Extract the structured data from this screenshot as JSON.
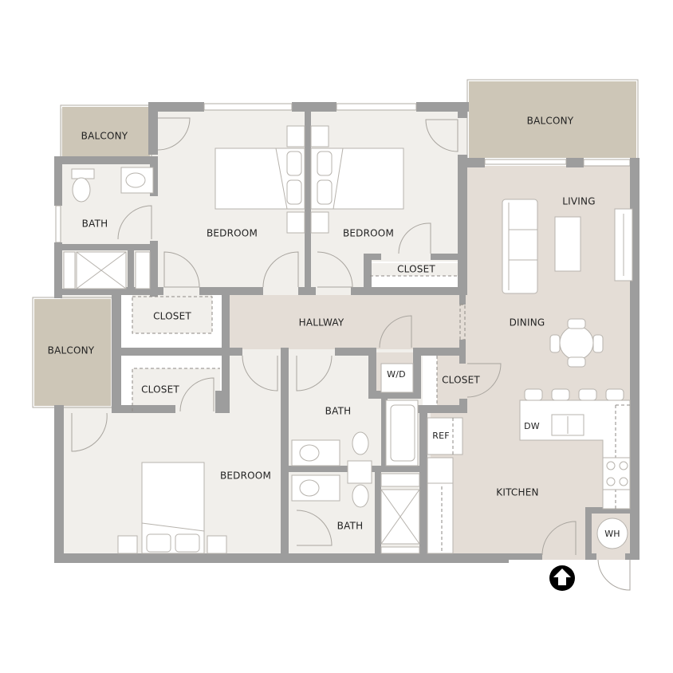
{
  "floorplan": {
    "colors": {
      "wall": "#9d9d9d",
      "floor": "#f1efeb",
      "living_floor": "#e4ddd6",
      "balcony": "#cdc6b7",
      "text": "#222222",
      "entry_marker": "#000000"
    },
    "rooms": {
      "balcony_nw": "BALCONY",
      "balcony_ne": "BALCONY",
      "balcony_w": "BALCONY",
      "bath_nw": "BATH",
      "bedroom_nw": "BEDROOM",
      "bedroom_n": "BEDROOM",
      "closet_n": "CLOSET",
      "living": "LIVING",
      "closet_w1": "CLOSET",
      "hallway": "HALLWAY",
      "dining": "DINING",
      "closet_w2": "CLOSET",
      "wd": "W/D",
      "closet_e": "CLOSET",
      "bath_center": "BATH",
      "ref": "REF",
      "dw": "DW",
      "bedroom_sw": "BEDROOM",
      "kitchen": "KITCHEN",
      "bath_south": "BATH",
      "wh": "WH"
    },
    "entry_marker": "entry-arrow"
  }
}
